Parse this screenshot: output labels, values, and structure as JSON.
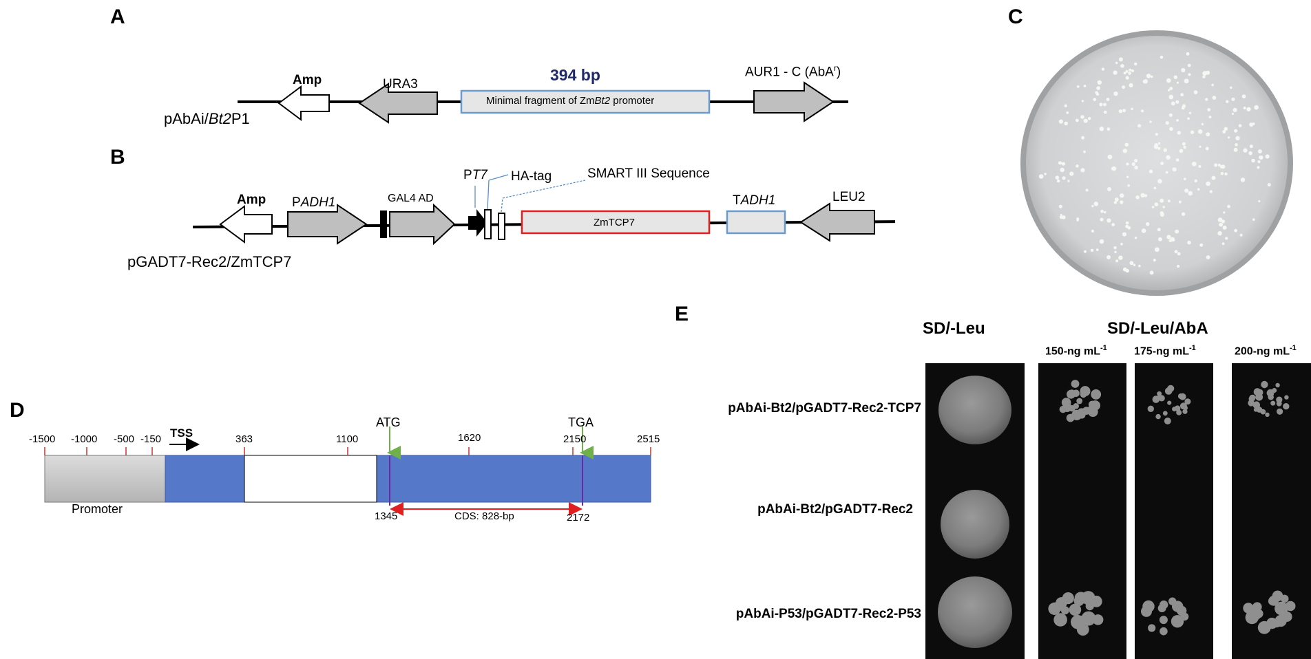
{
  "panels": {
    "A": {
      "letter": "A",
      "plasmid_name_prefix": "pAbAi/",
      "plasmid_name_italic": "Bt2",
      "plasmid_name_suffix": "P1",
      "size_label": "394 bp",
      "size_label_color": "#1f2a6b",
      "features": {
        "amp": "Amp",
        "ura3": "URA3",
        "promoter_box_prefix": "Minimal fragment of  Zm",
        "promoter_box_italic": "Bt2",
        "promoter_box_suffix": " promoter",
        "aur1_prefix": "AUR1 - C (AbA",
        "aur1_sup": "r",
        "aur1_suffix": ")"
      }
    },
    "B": {
      "letter": "B",
      "plasmid_name": "pGADT7-Rec2/ZmTCP7",
      "features": {
        "amp": "Amp",
        "padh1_p": "P",
        "padh1_italic": "ADH1",
        "gal4ad": "GAL4 AD",
        "pt7_p": "P",
        "pt7_italic": "T7",
        "hatag": "HA-tag",
        "smart": "SMART III Sequence",
        "zmtcp7": "ZmTCP7",
        "tadh1_t": "T",
        "tadh1_italic": "ADH1",
        "leu2": "LEU2"
      }
    },
    "C": {
      "letter": "C"
    },
    "D": {
      "letter": "D",
      "ticks": [
        "-1500",
        "-1000",
        "-500",
        "-150",
        "363",
        "1100",
        "1620",
        "2150",
        "2515"
      ],
      "tss": "TSS",
      "atg": "ATG",
      "tga": "TGA",
      "promoter": "Promoter",
      "pos_start": "1345",
      "pos_end": "2172",
      "cds": "CDS: 828-bp",
      "colors": {
        "exon": "#5578c8",
        "promoter_grey": "#c8c8c8",
        "marker_green": "#70b04a",
        "cds_red": "#e02020",
        "tick_red": "#c0392b"
      }
    },
    "E": {
      "letter": "E",
      "col_sd_leu": "SD/-Leu",
      "col_sd_leu_aba": "SD/-Leu/AbA",
      "concentrations": [
        {
          "value": "150-ng mL",
          "sup": "-1"
        },
        {
          "value": "175-ng mL",
          "sup": "-1"
        },
        {
          "value": "200-ng mL",
          "sup": "-1"
        }
      ],
      "rows": [
        "pAbAi-Bt2/pGADT7-Rec2-TCP7",
        "pAbAi-Bt2/pGADT7-Rec2",
        "pAbAi-P53/pGADT7-Rec2-P53"
      ]
    }
  }
}
